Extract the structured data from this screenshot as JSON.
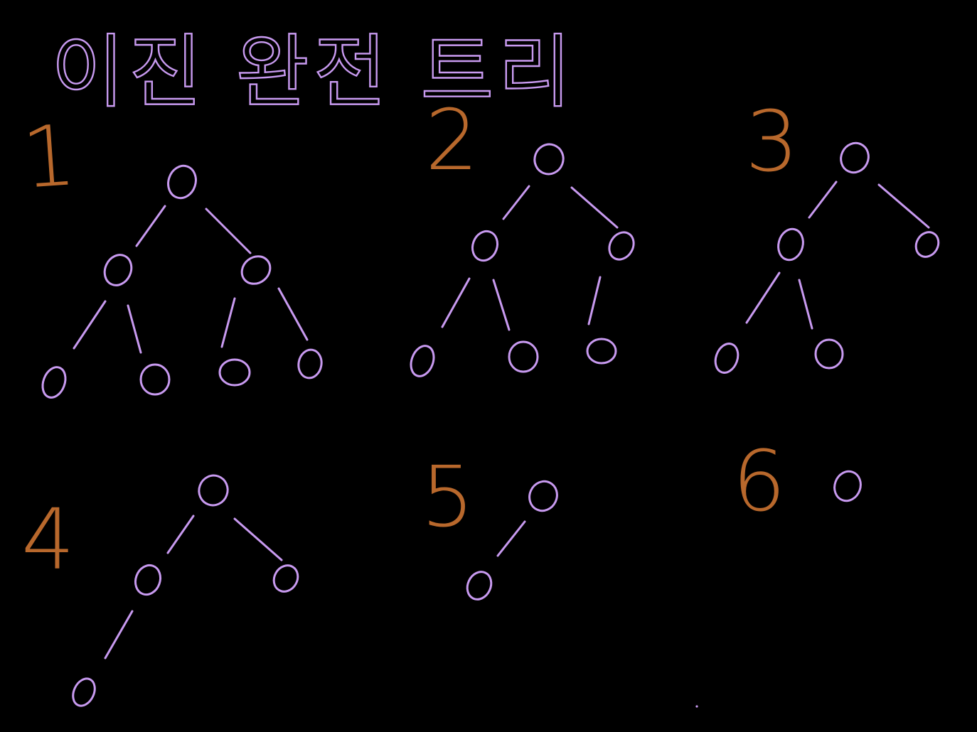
{
  "title": "이진 완전 트리",
  "colors": {
    "background": "#000000",
    "ink": "#c89af0",
    "number": "#b8682c"
  },
  "trees": [
    {
      "label": "1",
      "node_count": 7
    },
    {
      "label": "2",
      "node_count": 6
    },
    {
      "label": "3",
      "node_count": 5
    },
    {
      "label": "4",
      "node_count": 4
    },
    {
      "label": "5",
      "node_count": 2
    },
    {
      "label": "6",
      "node_count": 1
    }
  ]
}
